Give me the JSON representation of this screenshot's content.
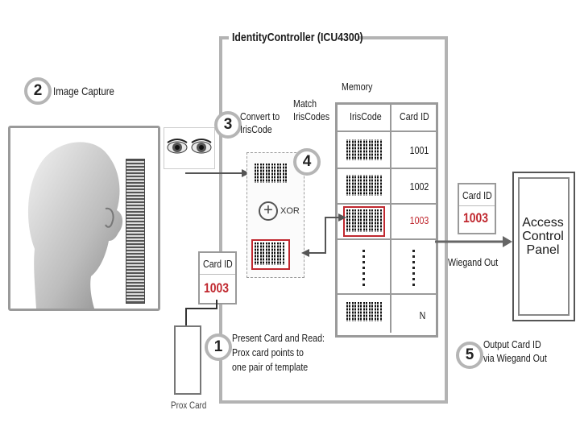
{
  "controller": {
    "title": "IdentityController (ICU4300)"
  },
  "steps": {
    "s1": {
      "num": "1",
      "text1": "Present Card and Read:",
      "text2": "Prox card points to",
      "text3": "one pair of template"
    },
    "s2": {
      "num": "2",
      "text": "Image Capture"
    },
    "s3": {
      "num": "3",
      "text1": "Convert to",
      "text2": "IrisCode"
    },
    "s4": {
      "num": "4",
      "text1": "Match",
      "text2": "IrisCodes"
    },
    "s5": {
      "num": "5",
      "text1": "Output Card ID",
      "text2": "via Wiegand Out"
    }
  },
  "xor": {
    "symbol": "+",
    "label": "XOR"
  },
  "memory": {
    "title": "Memory",
    "col_iriscode": "IrisCode",
    "col_cardid": "Card ID",
    "rows": [
      "1001",
      "1002",
      "1003",
      "N"
    ],
    "highlight_color": "#c0282f"
  },
  "card_id_left": {
    "label": "Card ID",
    "value": "1003"
  },
  "card_id_right": {
    "label": "Card ID",
    "value": "1003"
  },
  "wiegand": {
    "label": "Wiegand Out"
  },
  "access_panel": {
    "line1": "Access",
    "line2": "Control",
    "line3": "Panel"
  },
  "prox_card": {
    "label": "Prox Card"
  },
  "colors": {
    "accent_red": "#c0282f",
    "frame_gray": "#b3b3b3"
  }
}
